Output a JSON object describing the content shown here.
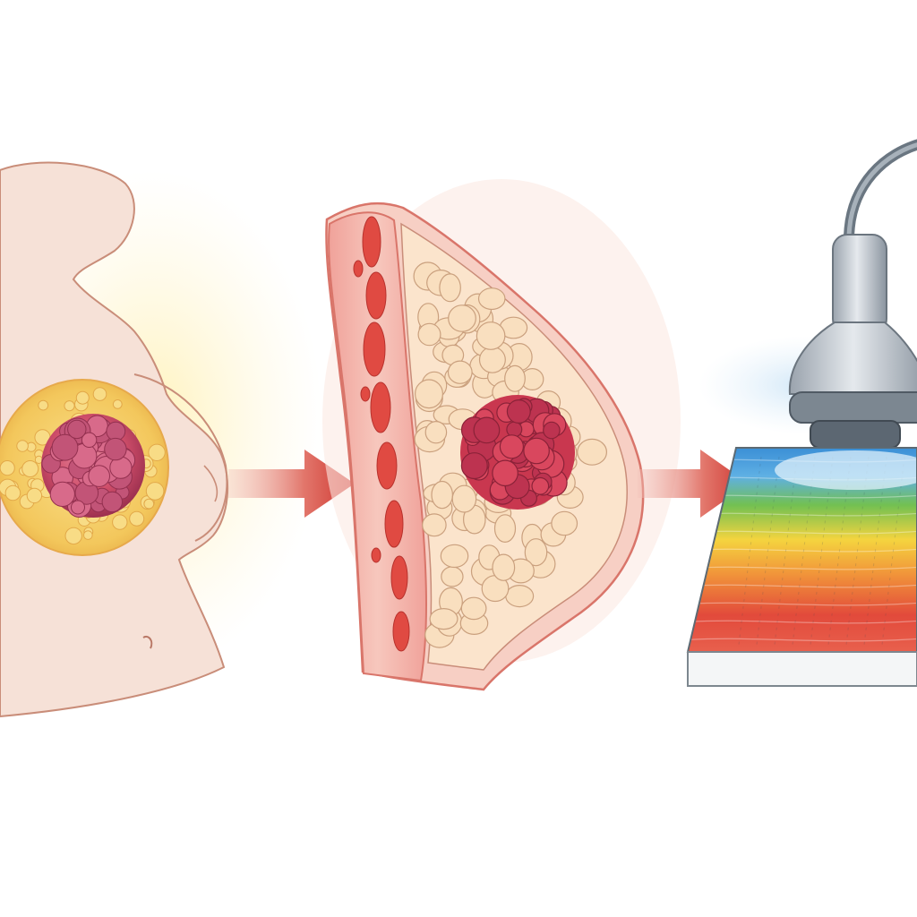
{
  "diagram": {
    "panels": [
      {
        "id": "torso",
        "icon": "torso-with-tumor-icon"
      },
      {
        "id": "cross-section",
        "icon": "tissue-cross-section-icon"
      },
      {
        "id": "ultrasound",
        "icon": "ultrasound-probe-icon"
      }
    ],
    "connectors": [
      {
        "from": "torso",
        "to": "cross-section",
        "icon": "arrow-right-icon"
      },
      {
        "from": "cross-section",
        "to": "ultrasound",
        "icon": "arrow-right-icon"
      }
    ]
  },
  "colors": {
    "skin": "#f6e3da",
    "skin_outline": "#c98d79",
    "fat": "#f5d06d",
    "tumor": "#d24a5c",
    "tumor_dark": "#a8334d",
    "arrow": "#cf3630",
    "probe": "#b9c0c7",
    "probe_dark": "#5c6772",
    "scan_blue": "#3b8fd6",
    "scan_green": "#72c052",
    "scan_yellow": "#f4d43f",
    "scan_orange": "#f1943a",
    "scan_red": "#e24a3b"
  }
}
